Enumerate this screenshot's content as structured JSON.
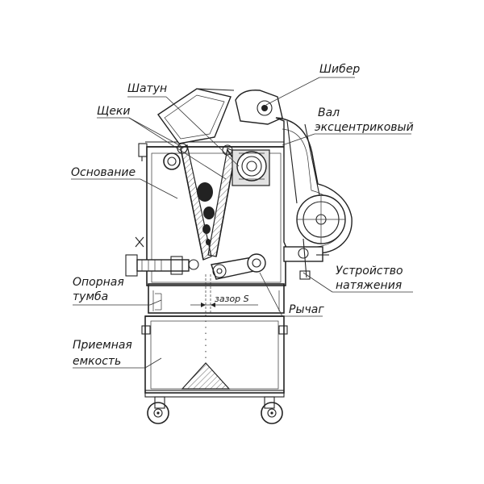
{
  "labels": {
    "shiber": "Шибер",
    "shatun": "Шатун",
    "val_line1": "Вал",
    "val_line2": "эксцентриковый",
    "shcheki": "Щеки",
    "osnovanie": "Основание",
    "ustroystvo_line1": "Устройство",
    "ustroystvo_line2": "натяжения",
    "opornaya_line1": "Опорная",
    "opornaya_line2": "тумба",
    "zazor": "зазор S",
    "rychag": "Рычаг",
    "priemnaya_line1": "Приемная",
    "priemnaya_line2": "емкость"
  },
  "colors": {
    "line": "#222222",
    "background": "#ffffff",
    "hatch": "#444444"
  }
}
